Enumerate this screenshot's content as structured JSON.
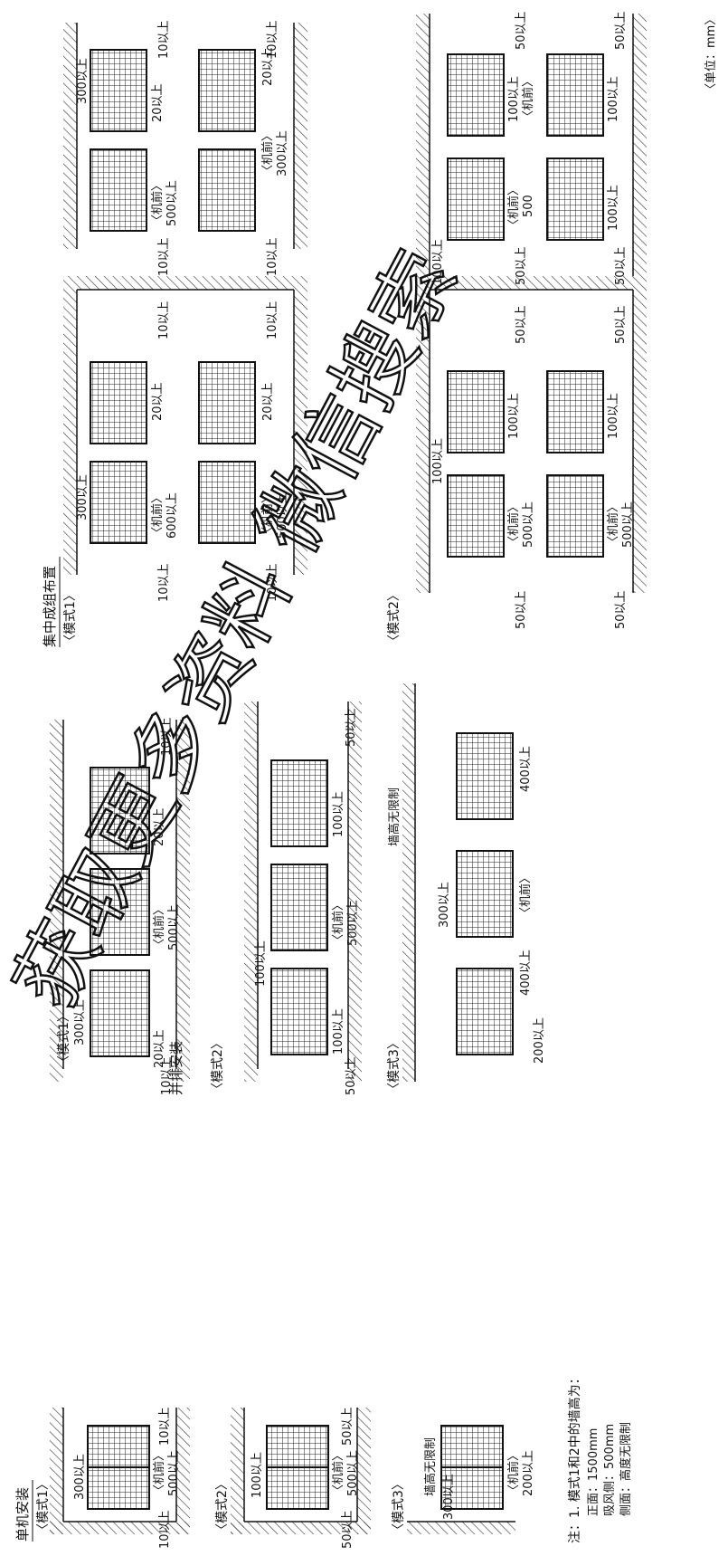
{
  "single_install": {
    "title": "单机安装",
    "pattern1": {
      "name": "〈模式1〉",
      "labels": [
        "300以上",
        "〈机前〉",
        "500以上",
        "10以上",
        "10以上"
      ]
    },
    "pattern2": {
      "name": "〈模式2〉",
      "labels": [
        "100以上",
        "〈机前〉",
        "500以上",
        "50以上",
        "50以上"
      ]
    },
    "pattern3": {
      "name": "〈模式3〉",
      "wall_note": "墙高无限制",
      "labels": [
        "300以上",
        "〈机前〉",
        "200以上"
      ]
    }
  },
  "parallel_install": {
    "title": "并排安装",
    "pattern1": {
      "name": "〈模式1〉",
      "labels": [
        "300以上",
        "20以上",
        "〈机前〉",
        "500以上",
        "20以上",
        "10以上",
        "10以上"
      ]
    },
    "pattern2": {
      "name": "〈模式2〉",
      "labels": [
        "100以上",
        "100以上",
        "〈机前〉",
        "500以上",
        "100以上",
        "50以上",
        "50以上"
      ]
    },
    "pattern3": {
      "name": "〈模式3〉",
      "wall_note": "墙高无限制",
      "labels": [
        "300以上",
        "400以上",
        "200以上",
        "〈机前〉",
        "400以上"
      ]
    }
  },
  "group_install": {
    "title": "集中成组布置",
    "pattern1a": {
      "name": "〈模式1〉",
      "labels": [
        "300以上",
        "〈机前〉",
        "600以上",
        "20以上",
        "〈机前〉",
        "500以上",
        "20以上",
        "10以上",
        "10以上",
        "10以上",
        "10以上"
      ]
    },
    "pattern1b": {
      "labels": [
        "300以上",
        "〈机前〉",
        "500以上",
        "20以上",
        "〈机前〉",
        "300以上",
        "20以上",
        "10以上",
        "10以上",
        "10以上",
        "10以上"
      ]
    },
    "pattern2a": {
      "name": "〈模式2〉",
      "labels": [
        "100以上",
        "〈机前〉",
        "500以上",
        "100以上",
        "〈机前〉",
        "500以上",
        "100以上",
        "50以上",
        "50以上",
        "50以上",
        "50以上"
      ]
    },
    "pattern2b": {
      "labels": [
        "100以上",
        "〈机前〉",
        "500",
        "100以上",
        "〈机前〉",
        "100以上",
        "100以上",
        "50以上",
        "50以上",
        "50以上",
        "50以上"
      ]
    }
  },
  "notes": {
    "lead": "注：1. 模式1和2中的墙高为：",
    "lines": [
      "正面：1500mm",
      "吸风侧：500mm",
      "侧面：高度无限制"
    ],
    "unit": "〈单位：mm〉"
  },
  "watermark": "获取更多资料 微信搜索"
}
